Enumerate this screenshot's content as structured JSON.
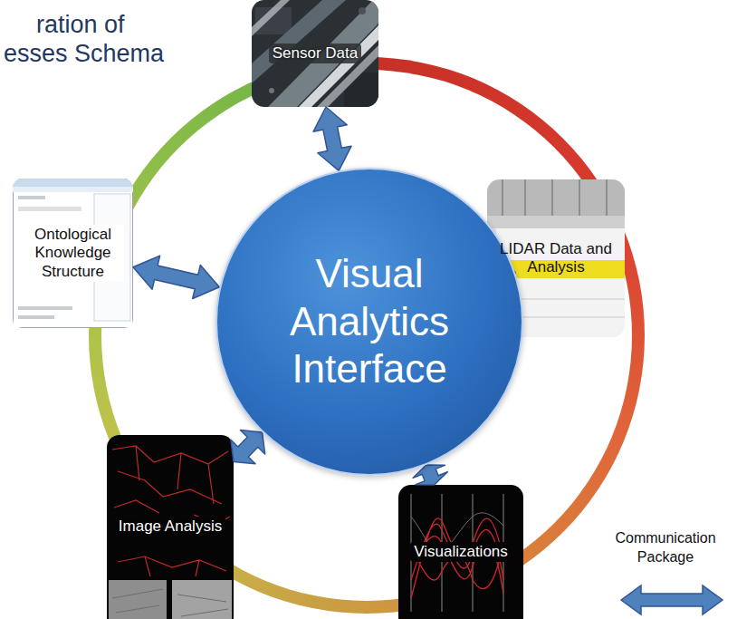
{
  "diagram": {
    "nodes": [
      {
        "text": [
          "Sensor Data"
        ]
      },
      {
        "text": [
          "Ontological Knowledge Structure"
        ]
      },
      {
        "text": [
          "Visual Analytics Interface"
        ]
      },
      {
        "text": [
          "LIDAR Data and Analysis"
        ]
      },
      {
        "text": [
          "Image Analysis"
        ]
      },
      {
        "text": [
          "Visualizations"
        ]
      }
    ],
    "edges": [
      {
        "from": 2,
        "to": 0,
        "arrow": "both"
      },
      {
        "from": 2,
        "to": 3,
        "arrow": "both"
      },
      {
        "from": 2,
        "to": 5,
        "arrow": "both"
      },
      {
        "from": 2,
        "to": 4,
        "arrow": "both"
      },
      {
        "from": 2,
        "to": 1,
        "arrow": "both"
      }
    ],
    "labels": [
      "ration of",
      "esses Schema"
    ],
    "legend": [
      {
        "text": "Communication Package"
      }
    ]
  }
}
